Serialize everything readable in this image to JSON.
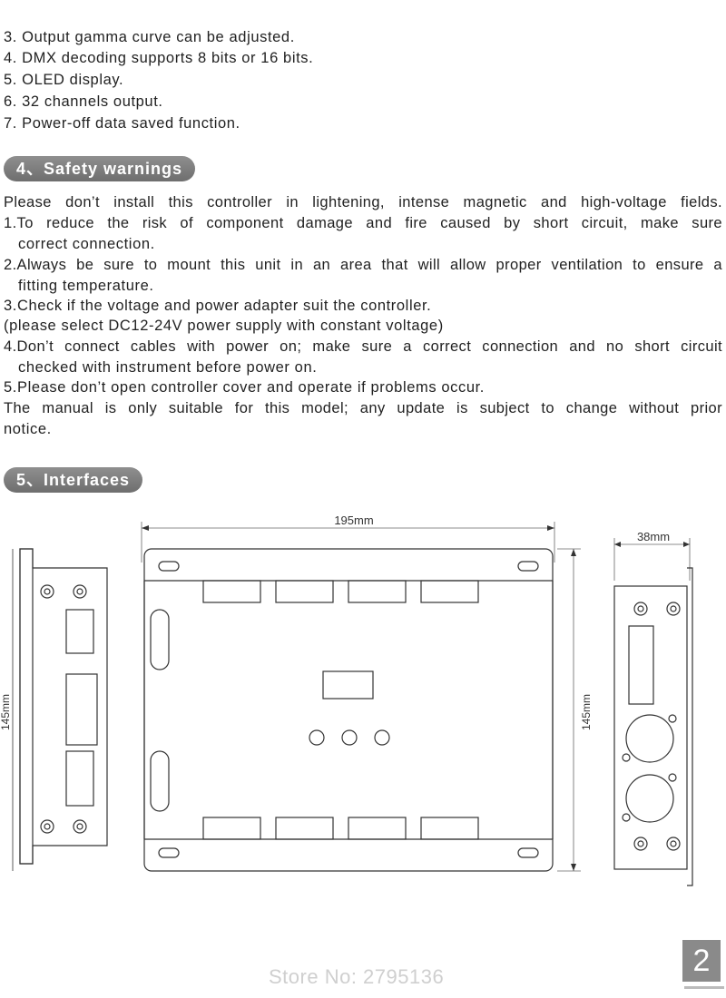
{
  "features": [
    "3. Output gamma curve can be adjusted.",
    "4. DMX decoding supports 8 bits or 16 bits.",
    "5. OLED display.",
    "6. 32 channels output.",
    "7. Power-off data saved function."
  ],
  "safety": {
    "heading": "4、Safety warnings",
    "lines": [
      "Please don’t install this controller in lightening, intense magnetic and high-voltage fields.",
      "1.To reduce the risk of component damage and fire caused by short circuit, make sure",
      "correct connection.",
      "2.Always be sure to mount this unit in an area that will allow proper ventilation to ensure a",
      "fitting temperature.",
      "3.Check if the voltage and power adapter suit the controller.",
      "(please select DC12-24V power supply with constant voltage)",
      "4.Don’t connect cables with power on; make sure a correct connection and no short circuit",
      "checked with instrument before power on.",
      "5.Please don’t open controller cover and operate if problems occur.",
      "The manual is only suitable for this model; any update is subject to change without prior",
      "notice."
    ]
  },
  "interfaces": {
    "heading": "5、Interfaces",
    "dim_width": "195mm",
    "dim_depth": "38mm",
    "dim_height_left": "145mm",
    "dim_height_right": "145mm"
  },
  "footer": {
    "watermark": "Store No: 2795136",
    "page_number": "2"
  }
}
